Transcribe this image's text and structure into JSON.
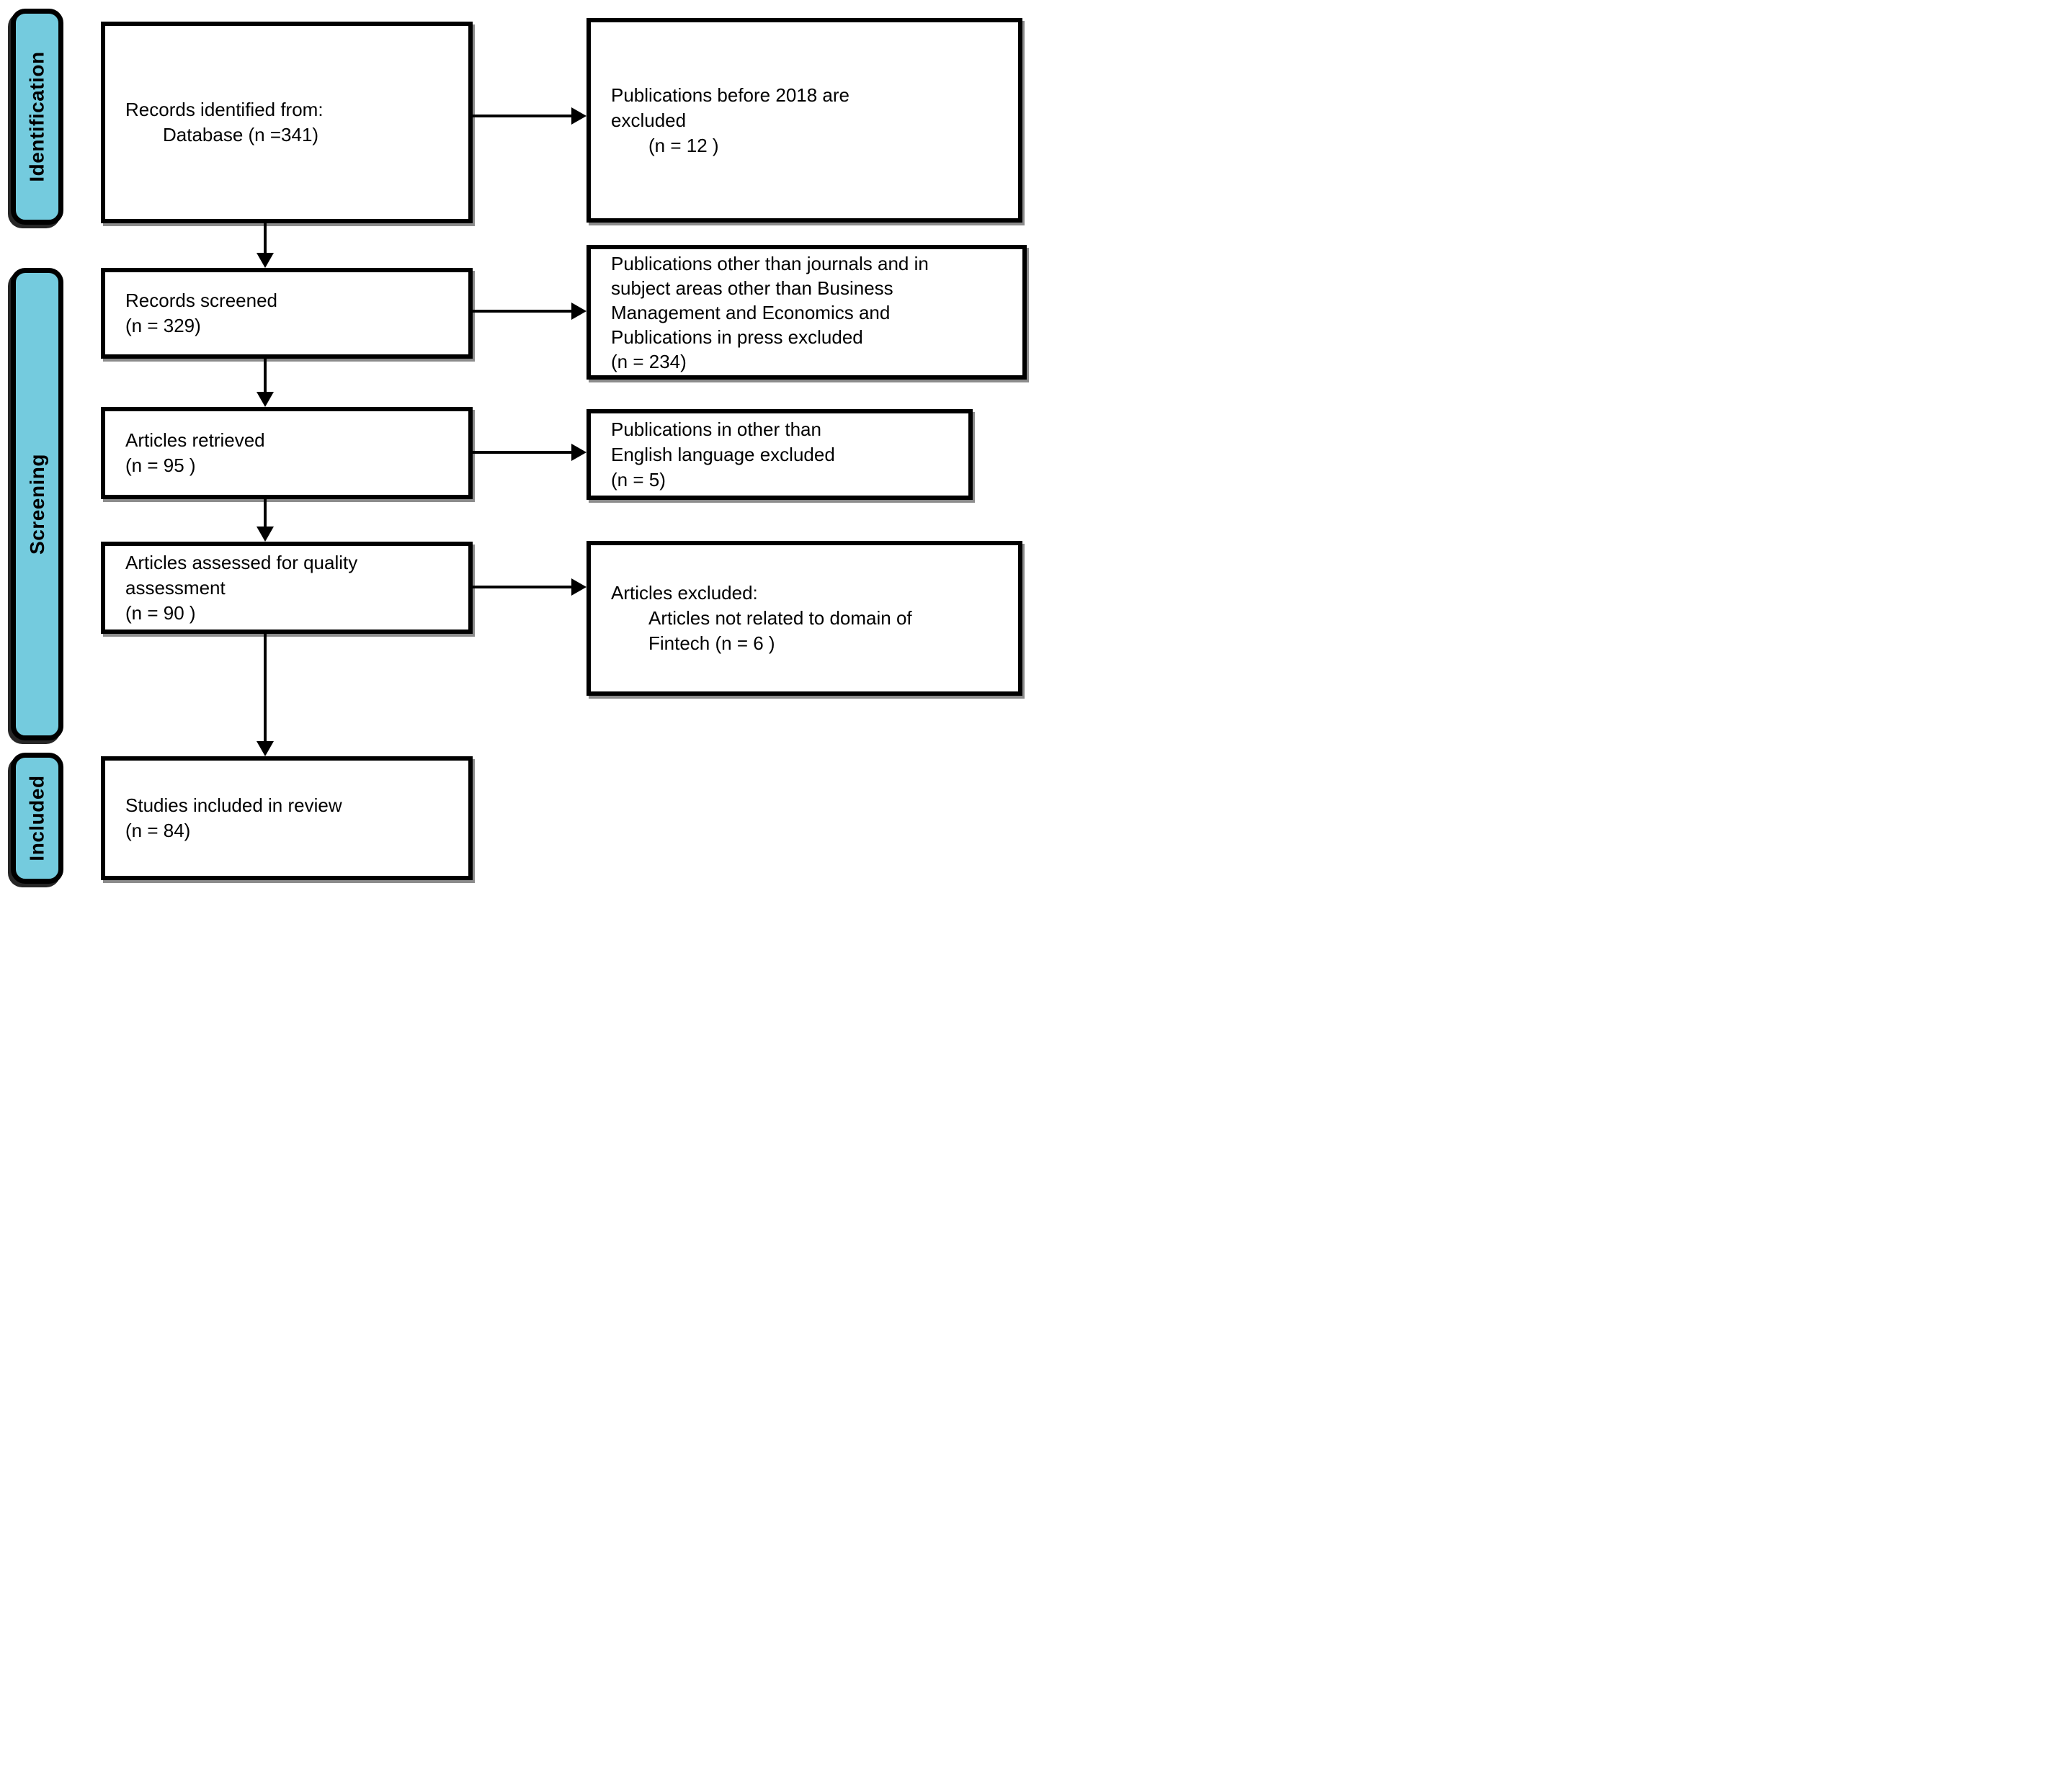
{
  "figure": {
    "type": "prisma-flow-diagram",
    "colors": {
      "background": "#FFFFFF",
      "stage_fill": "#74CBDE",
      "box_border": "#000000",
      "text": "#000000"
    },
    "stages": [
      {
        "label": "Identification"
      },
      {
        "label": "Screening"
      },
      {
        "label": "Included"
      }
    ],
    "main_flow": [
      {
        "id": "records-identified",
        "lines": [
          "Records identified from:",
          "Database (n =341)"
        ]
      },
      {
        "id": "records-screened",
        "lines": [
          "Records screened",
          "(n = 329)"
        ]
      },
      {
        "id": "articles-retrieved",
        "lines": [
          "Articles retrieved",
          "(n = 95 )"
        ]
      },
      {
        "id": "articles-assessed",
        "lines": [
          "Articles assessed for quality",
          "assessment",
          "(n = 90 )"
        ]
      },
      {
        "id": "studies-included",
        "lines": [
          "Studies included in review",
          "(n = 84)"
        ]
      }
    ],
    "exclusions": [
      {
        "id": "excluded-before-2018",
        "lines": [
          "Publications before 2018 are",
          "excluded",
          "(n = 12 )"
        ]
      },
      {
        "id": "excluded-subject",
        "lines": [
          "Publications other than journals and in",
          "subject areas other than Business",
          "Management and Economics and",
          "Publications in press excluded",
          "(n = 234)"
        ]
      },
      {
        "id": "excluded-language",
        "lines": [
          "Publications in other than",
          "English language excluded",
          "(n = 5)"
        ]
      },
      {
        "id": "excluded-domain",
        "lines": [
          "Articles excluded:",
          "Articles not related to domain of",
          "Fintech (n = 6 )"
        ]
      }
    ],
    "arrows": [
      {
        "from": "records-identified",
        "to": "excluded-before-2018",
        "direction": "right"
      },
      {
        "from": "records-identified",
        "to": "records-screened",
        "direction": "down"
      },
      {
        "from": "records-screened",
        "to": "excluded-subject",
        "direction": "right"
      },
      {
        "from": "records-screened",
        "to": "articles-retrieved",
        "direction": "down"
      },
      {
        "from": "articles-retrieved",
        "to": "excluded-language",
        "direction": "right"
      },
      {
        "from": "articles-retrieved",
        "to": "articles-assessed",
        "direction": "down"
      },
      {
        "from": "articles-assessed",
        "to": "excluded-domain",
        "direction": "right"
      },
      {
        "from": "articles-assessed",
        "to": "studies-included",
        "direction": "down"
      }
    ]
  }
}
